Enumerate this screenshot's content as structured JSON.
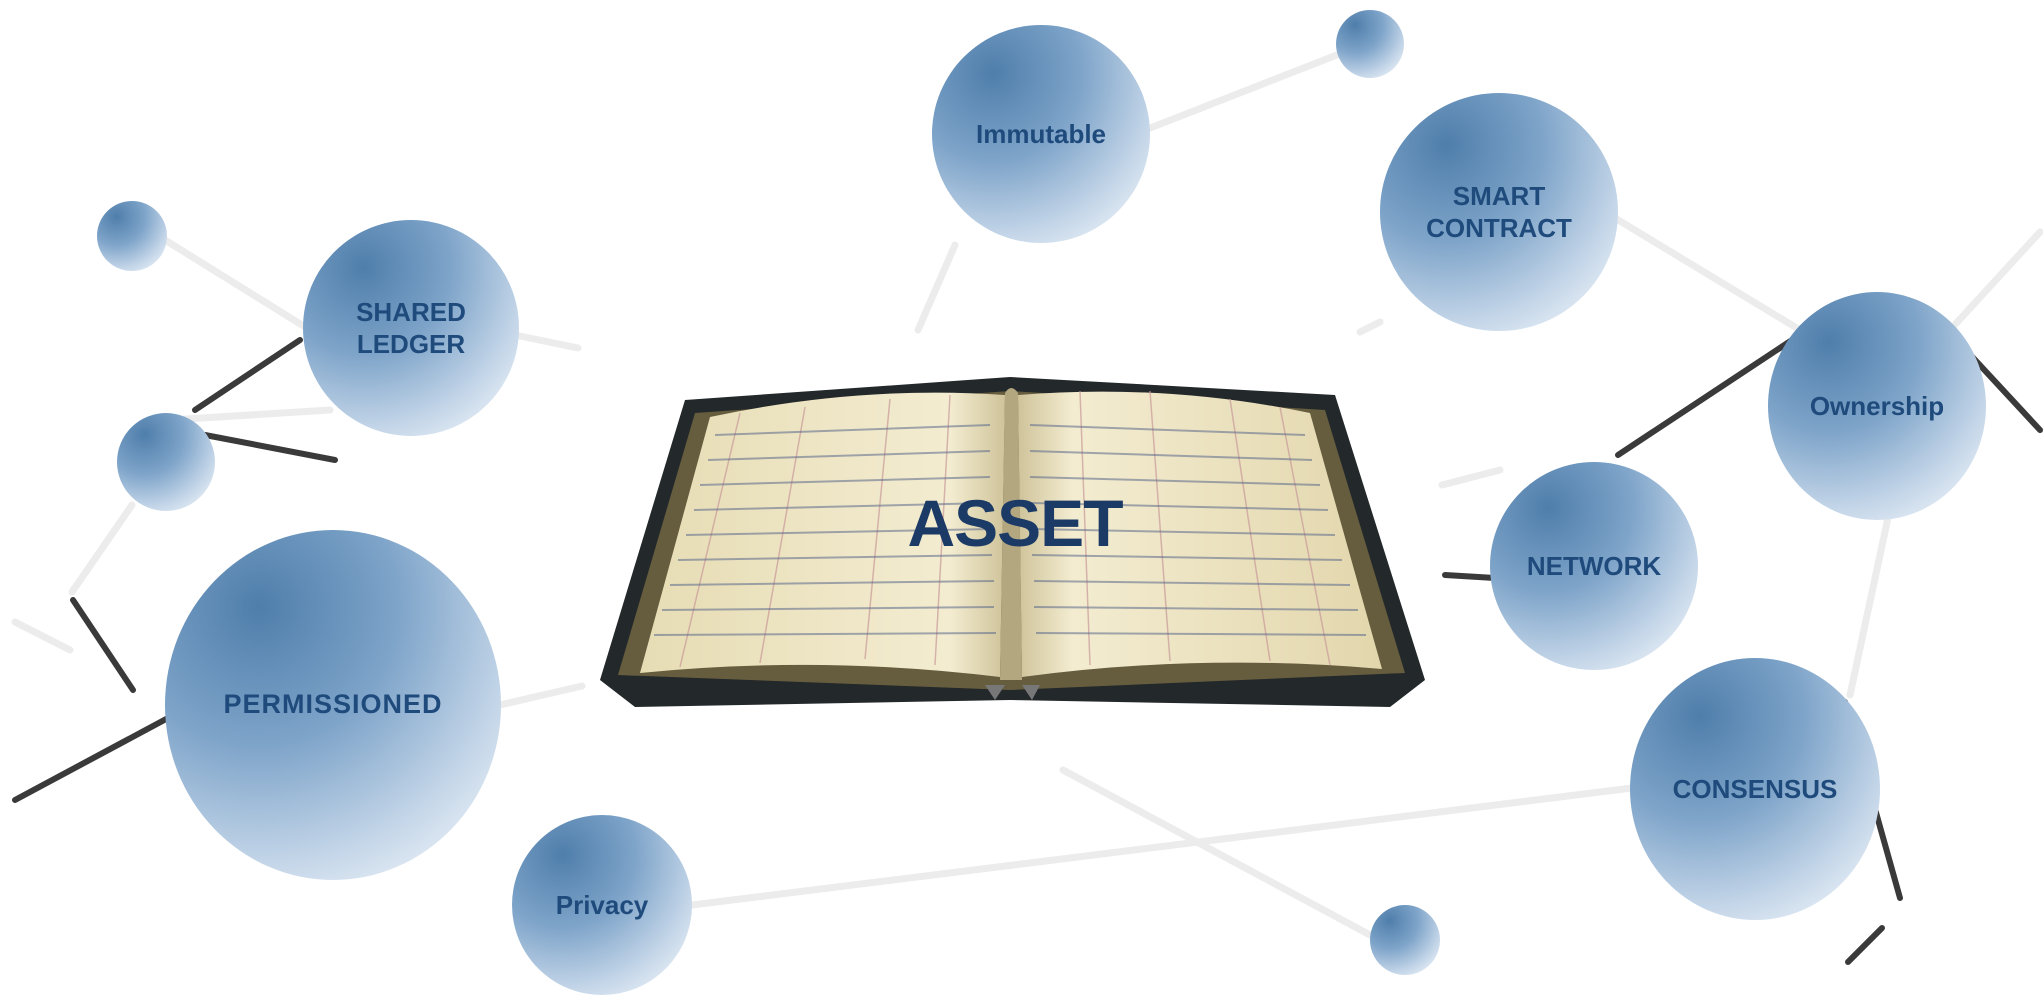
{
  "center": {
    "label": "ASSET"
  },
  "nodes": {
    "immutable": "Immutable",
    "smart_contract": "SMART\nCONTRACT",
    "shared_ledger": "SHARED\nLEDGER",
    "ownership": "Ownership",
    "network": "NETWORK",
    "permissioned": "PERMISSIONED",
    "consensus": "CONSENSUS",
    "privacy": "Privacy"
  },
  "colors": {
    "node_dark": "#4f7eab",
    "node_text": "#1f4a7c",
    "title_text": "#1b3a66",
    "connector": "#eeeeee"
  },
  "icons": {
    "center_image": "open-ledger-book-icon"
  }
}
